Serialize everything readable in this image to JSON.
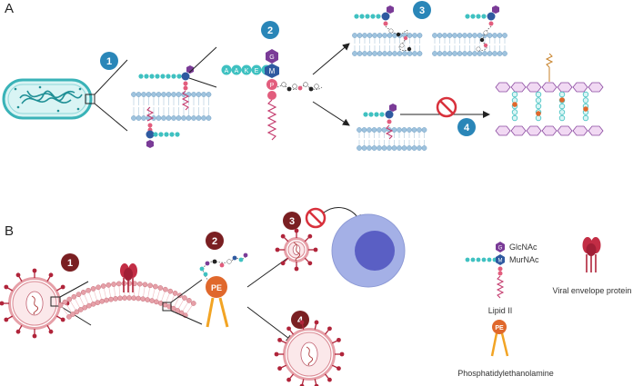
{
  "panels": {
    "a": {
      "label": "A",
      "steps": [
        "1",
        "2",
        "3",
        "4"
      ]
    },
    "b": {
      "label": "B",
      "steps": [
        "1",
        "2",
        "3",
        "4"
      ]
    }
  },
  "lipid_ii_chain": {
    "sugar_g": "G",
    "sugar_m": "M",
    "peptide": [
      "A",
      "A",
      "K",
      "E",
      "A"
    ],
    "phosphate": "P"
  },
  "membrane_lipid": {
    "headgroup": "PE"
  },
  "legend": {
    "glcnac": "GlcNAc",
    "murnac": "MurNAc",
    "legend_g": "G",
    "legend_m": "M",
    "lipid_ii": "Lipid II",
    "pe_mark": "PE",
    "phosphatidylethanolamine": "Phosphatidylethanolamine",
    "viral_envelope_protein": "Viral envelope protein"
  },
  "colors": {
    "step_a": "#2a86b8",
    "step_b": "#7a1f22",
    "glcnac": "#7a3b97",
    "murnac": "#2f5aa0",
    "peptide": "#3fc1c1",
    "phosphate": "#e25d7d",
    "pe_head": "#e0682c",
    "pe_tails": "#f2a424",
    "membrane_head": "#9fc3de",
    "virus_membrane": "#e6a0a8",
    "virus_spike": "#b0243a",
    "cell_outer": "#a4b0e6",
    "cell_nucleus": "#5a5fc4",
    "inhibit": "#d8313c",
    "bacterium_fill": "#d9f4f4",
    "bacterium_edge": "#3ab3b8"
  }
}
